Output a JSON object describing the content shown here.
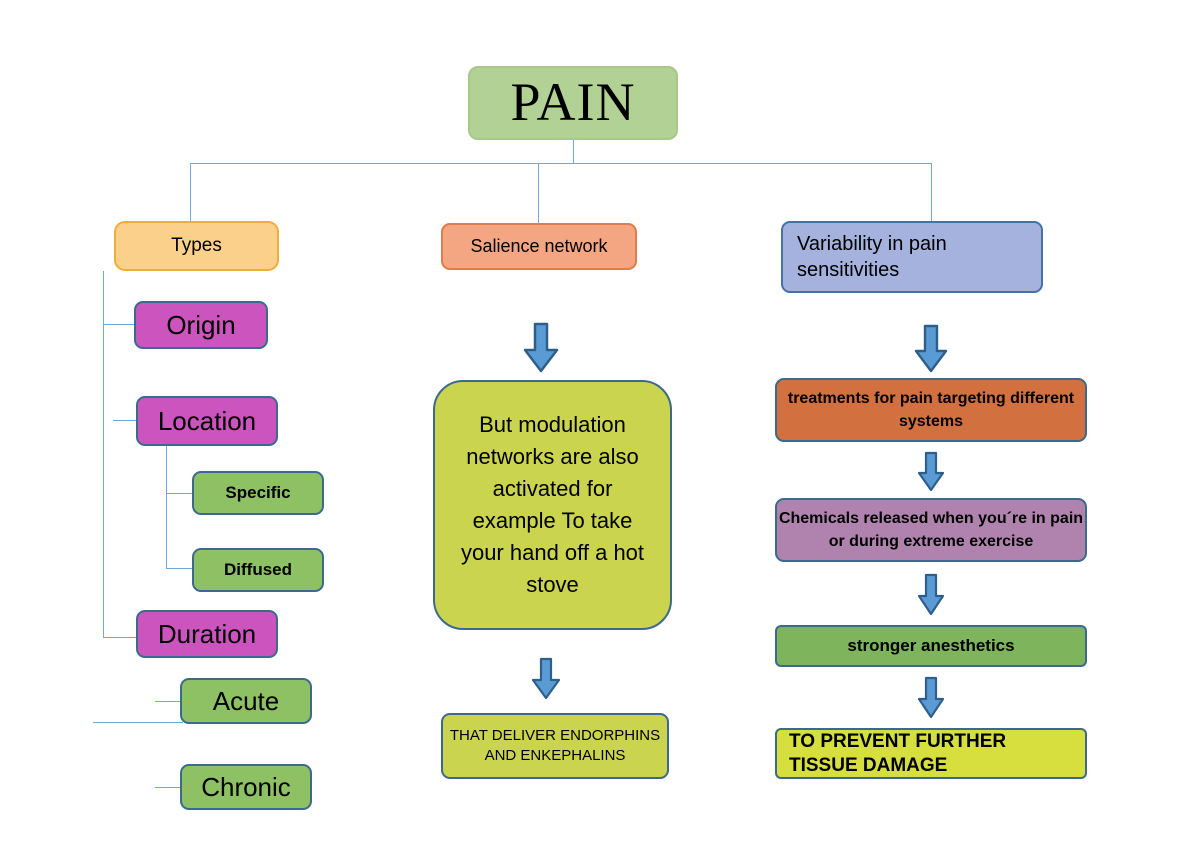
{
  "diagram": {
    "title": "PAIN",
    "root": {
      "label": "PAIN"
    },
    "branches": {
      "types": {
        "label": "Types"
      },
      "salience": {
        "label": "Salience network"
      },
      "variability": {
        "label": "Variability in pain sensitivities"
      }
    },
    "types_children": {
      "origin": {
        "label": "Origin"
      },
      "location": {
        "label": "Location"
      },
      "specific": {
        "label": "Specific"
      },
      "diffused": {
        "label": "Diffused"
      },
      "duration": {
        "label": "Duration"
      },
      "acute": {
        "label": "Acute"
      },
      "chronic": {
        "label": "Chronic"
      }
    },
    "salience_chain": {
      "modulation": {
        "label": "But modulation networks are also activated for example To take your hand off a hot stove"
      },
      "endorphins": {
        "label": "THAT DELIVER ENDORPHINS AND ENKEPHALINS"
      }
    },
    "variability_chain": {
      "treatments": {
        "label": "treatments for pain targeting different systems"
      },
      "chemicals": {
        "label": "Chemicals released when you´re in pain or during extreme exercise"
      },
      "anesthetics": {
        "label": "stronger anesthetics"
      },
      "prevent": {
        "label": "TO PREVENT FURTHER TISSUE DAMAGE"
      }
    },
    "colors": {
      "root_fill": "#B2D194",
      "types_fill": "#FBD08A",
      "category_fill": "#CC54BE",
      "leaf_green_fill": "#8DC163",
      "salience_fill": "#F4A582",
      "yellow_green_fill": "#CBD44E",
      "variability_fill": "#A4B2DD",
      "treatments_fill": "#D3703F",
      "chemicals_fill": "#B083AF",
      "anesthetics_fill": "#7DB45C",
      "prevent_fill": "#D7DF3F",
      "connector_line": "#6FA8DC",
      "arrow_fill": "#5B9BD5",
      "arrow_border": "#2E5F8A",
      "box_border": "#3B6A8C"
    },
    "icons": {
      "down_arrow": "down-arrow-icon"
    }
  }
}
